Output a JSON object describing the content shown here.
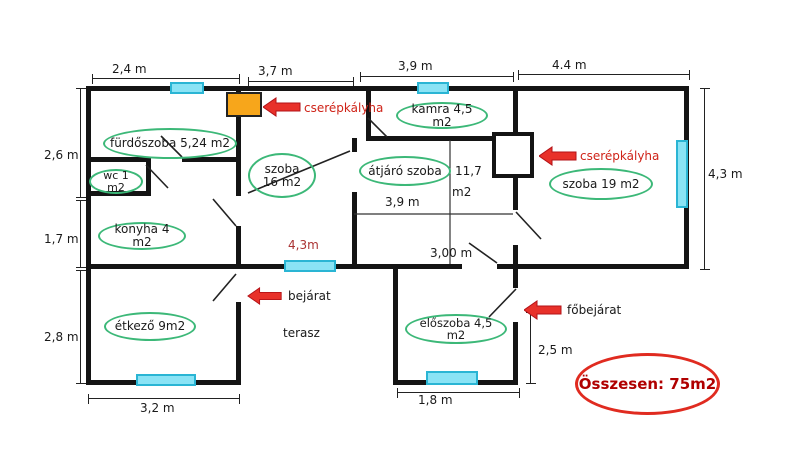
{
  "colors": {
    "wall": "#141414",
    "window_fill": "#8ae3f5",
    "window_border": "#2ab5d4",
    "room_ellipse_green": "#3cb878",
    "arrow_red": "#e8312a",
    "stove_orange": "#f7a61b",
    "total_red": "#e02b20",
    "total_text": "#b00000"
  },
  "rooms": {
    "furdoszoba": "fürdőszoba 5,24 m2",
    "wc": "wc 1 m2",
    "konyha": "konyha 4 m2",
    "szoba16": "szoba 16 m2",
    "kamra": "kamra 4,5 m2",
    "atjaro": "átjáró szoba",
    "atjaro_area_value": "11,7",
    "atjaro_area_unit": "m2",
    "szoba19": "szoba 19 m2",
    "etkezo": "étkező 9m2",
    "eloszoba": "előszoba 4,5 m2",
    "terasz": "terasz"
  },
  "annotations": {
    "cserepkalyha_top": "cserépkályha",
    "cserepkalyha_right": "cserépkályha",
    "bejarat": "bejárat",
    "fobejarat": "főbejárat",
    "total": "Összesen: 75m2"
  },
  "dimensions": {
    "top_1": "2,4 m",
    "top_2": "3,7 m",
    "top_3": "3,9 m",
    "top_4": "4.4 m",
    "left_1": "2,6 m",
    "left_2": "1,7 m",
    "left_3": "2,8 m",
    "right_1": "4,3 m",
    "right_2": "2,5 m",
    "bottom_1": "3,2 m",
    "bottom_2": "1,8 m",
    "inner_atjaro_width": "3,9 m",
    "inner_atjaro_height": "3,00 m",
    "inner_szoba16": "4,3m"
  }
}
